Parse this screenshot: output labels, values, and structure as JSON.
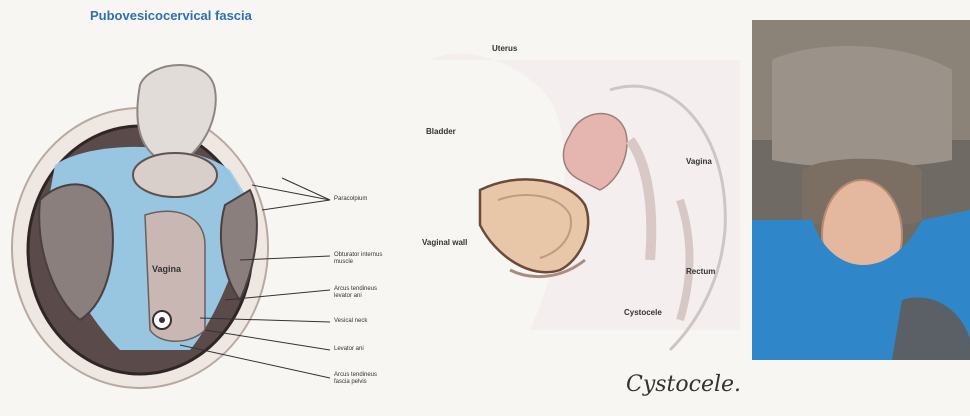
{
  "left_diagram": {
    "title": "Pubovesicocervical fascia",
    "center_label": "Vagina",
    "callouts": [
      "Paracolpium",
      "Obturator internus muscle",
      "Arcus tendineus levator ani",
      "Vesical neck",
      "Levator ani",
      "Arcus tendineus fascia pelvis"
    ]
  },
  "mid_diagram": {
    "labels": {
      "uterus": "Uterus",
      "bladder": "Bladder",
      "vagina": "Vagina",
      "vaginal_wall": "Vaginal wall",
      "rectum": "Rectum",
      "cystocele": "Cystocele"
    }
  },
  "caption": "Cystocele.",
  "colors": {
    "fascia_blue": "#9ccbe8",
    "tissue_pink": "#e8c6b8",
    "title_blue": "#2f6fb8",
    "drape_blue": "#2f87c9"
  }
}
